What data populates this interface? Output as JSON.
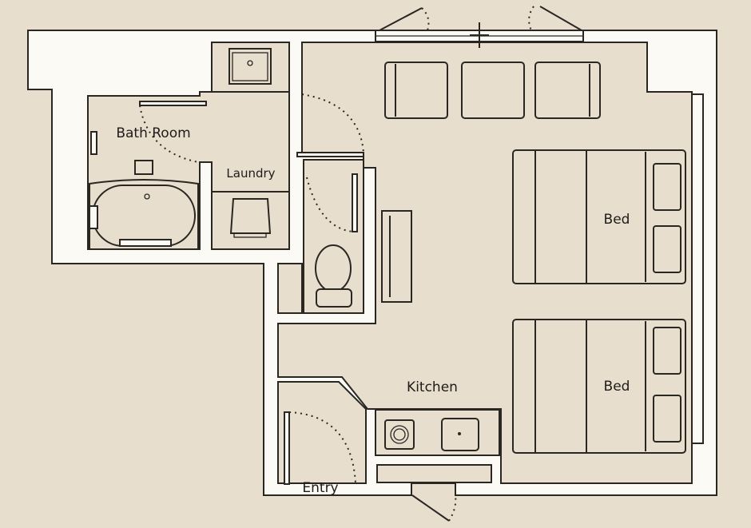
{
  "floor_plan": {
    "rooms": {
      "bath_room": "Bath Room",
      "laundry": "Laundry",
      "bed_1": "Bed",
      "bed_2": "Bed",
      "kitchen": "Kitchen",
      "entry": "Entry"
    },
    "colors": {
      "background": "#e7dece",
      "wall": "#fcfaf5",
      "line": "#2a2622"
    }
  }
}
